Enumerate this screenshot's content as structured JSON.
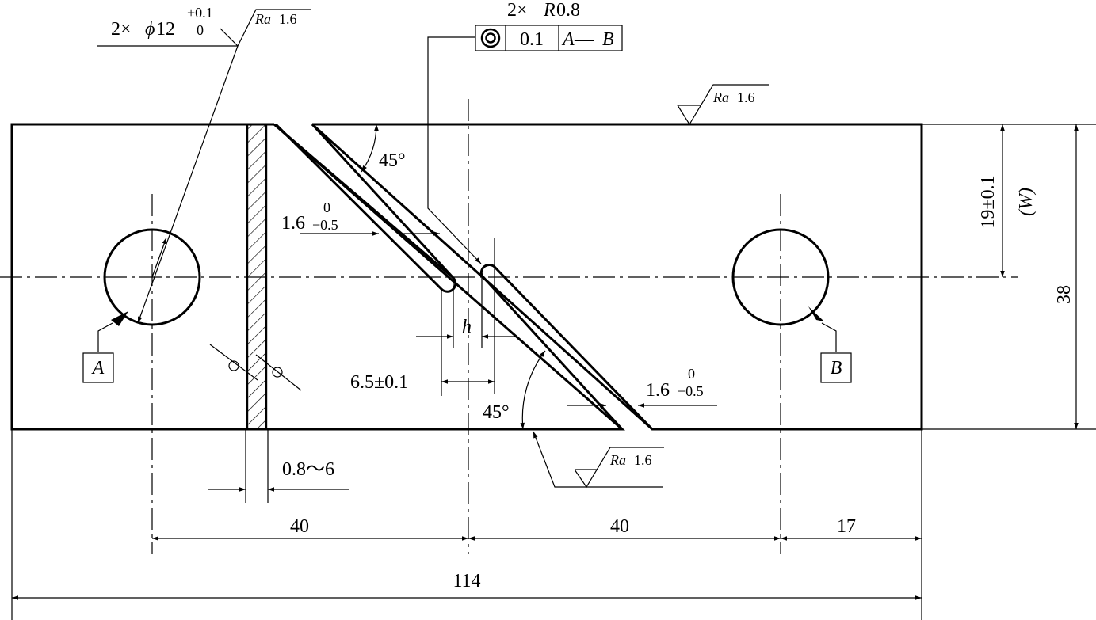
{
  "drawing": {
    "hole_spec": {
      "prefix": "2×",
      "phi": "ϕ",
      "size": "12",
      "upper_tol": "+0.1",
      "lower_tol": "0"
    },
    "radius_spec": "2×",
    "radius_letter": "R",
    "radius_value": "0.8",
    "roughness": {
      "ra": "Ra",
      "value": "1.6"
    },
    "concentricity_frame": {
      "symbol": "concentricity-symbol",
      "tolerance": "0.1",
      "datum_a": "A",
      "dash": "—",
      "datum_b": "B"
    },
    "angle_top": "45°",
    "angle_bottom": "45°",
    "slot_width_left": {
      "base": "1.6",
      "upper": "0",
      "lower": "−0.5"
    },
    "slot_width_right": {
      "base": "1.6",
      "upper": "0",
      "lower": "−0.5"
    },
    "gap_label": "h",
    "tip_distance": "6.5±0.1",
    "cut_width": "0.8～6",
    "datum_a": "A",
    "datum_b": "B",
    "width_dim": "19±0.1",
    "width_symbol": "(W)",
    "height_dim": "38",
    "dim_40_left": "40",
    "dim_40_right": "40",
    "dim_17": "17",
    "dim_114": "114"
  }
}
